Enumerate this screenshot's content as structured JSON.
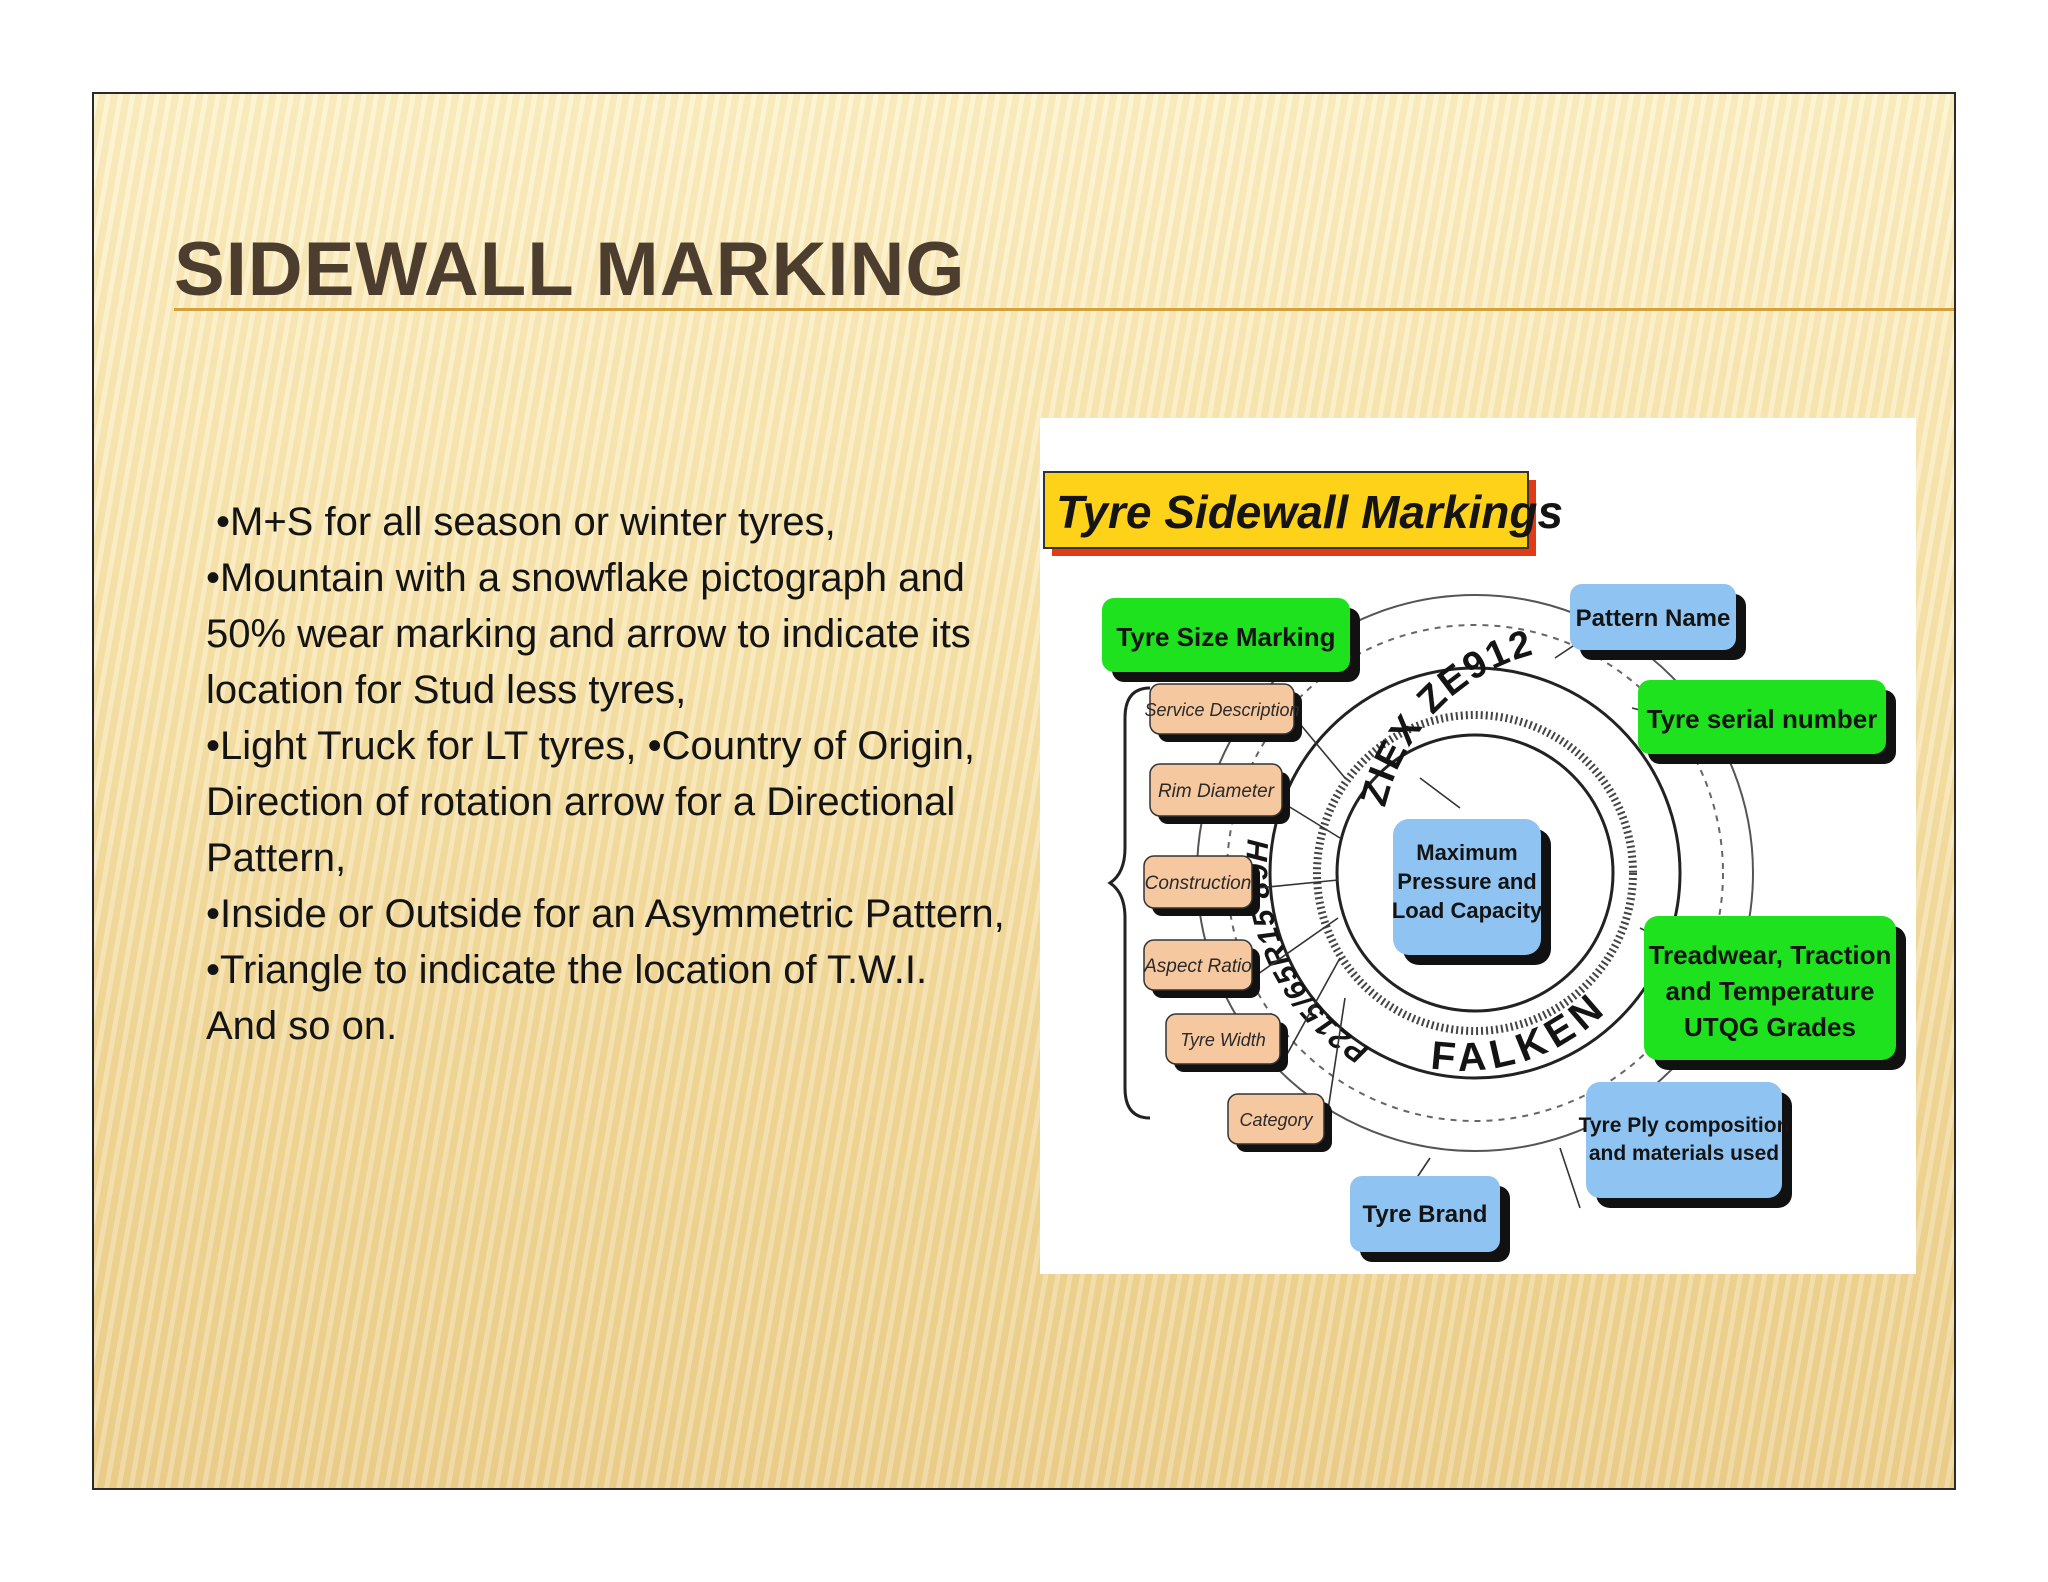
{
  "slide": {
    "title": "SIDEWALL MARKING",
    "paragraphs": [
      "•M+S for all season or winter tyres,",
      "•Mountain with a snowflake pictograph and 50% wear marking and arrow to indicate its location for Stud less tyres,",
      "•Light Truck for LT tyres, •Country of Origin,",
      "Direction of rotation arrow for a Directional Pattern,",
      "•Inside or Outside for an Asymmetric Pattern,",
      "•Triangle to indicate the location of T.W.I. And so on."
    ]
  },
  "diagram": {
    "title": "Tyre Sidewall Markings",
    "labels": {
      "size_marking": "Tyre Size Marking",
      "pattern_name": "Pattern Name",
      "serial_number": "Tyre serial number",
      "service_description": "Service Description",
      "rim_diameter": "Rim Diameter",
      "construction": "Construction",
      "aspect_ratio": "Aspect Ratio",
      "tyre_width": "Tyre Width",
      "category": "Category",
      "max_pressure_1": "Maximum",
      "max_pressure_2": "Pressure and",
      "max_pressure_3": "Load Capacity",
      "utqg_1": "Treadwear, Traction",
      "utqg_2": "and Temperature",
      "utqg_3": "UTQG   Grades",
      "ply_1": "Tyre Ply composition",
      "ply_2": "and materials used",
      "tyre_brand": "Tyre Brand"
    },
    "tyre_text": {
      "model": "ZIEX ZE912",
      "size": "P215/65R15 89H",
      "brand": "FALKEN"
    },
    "colors": {
      "green": "#1ee21e",
      "blue": "#8fc4f2",
      "peach": "#f6c8a0",
      "title_bg": "#ffd21a",
      "title_shadow": "#e23a16"
    }
  }
}
